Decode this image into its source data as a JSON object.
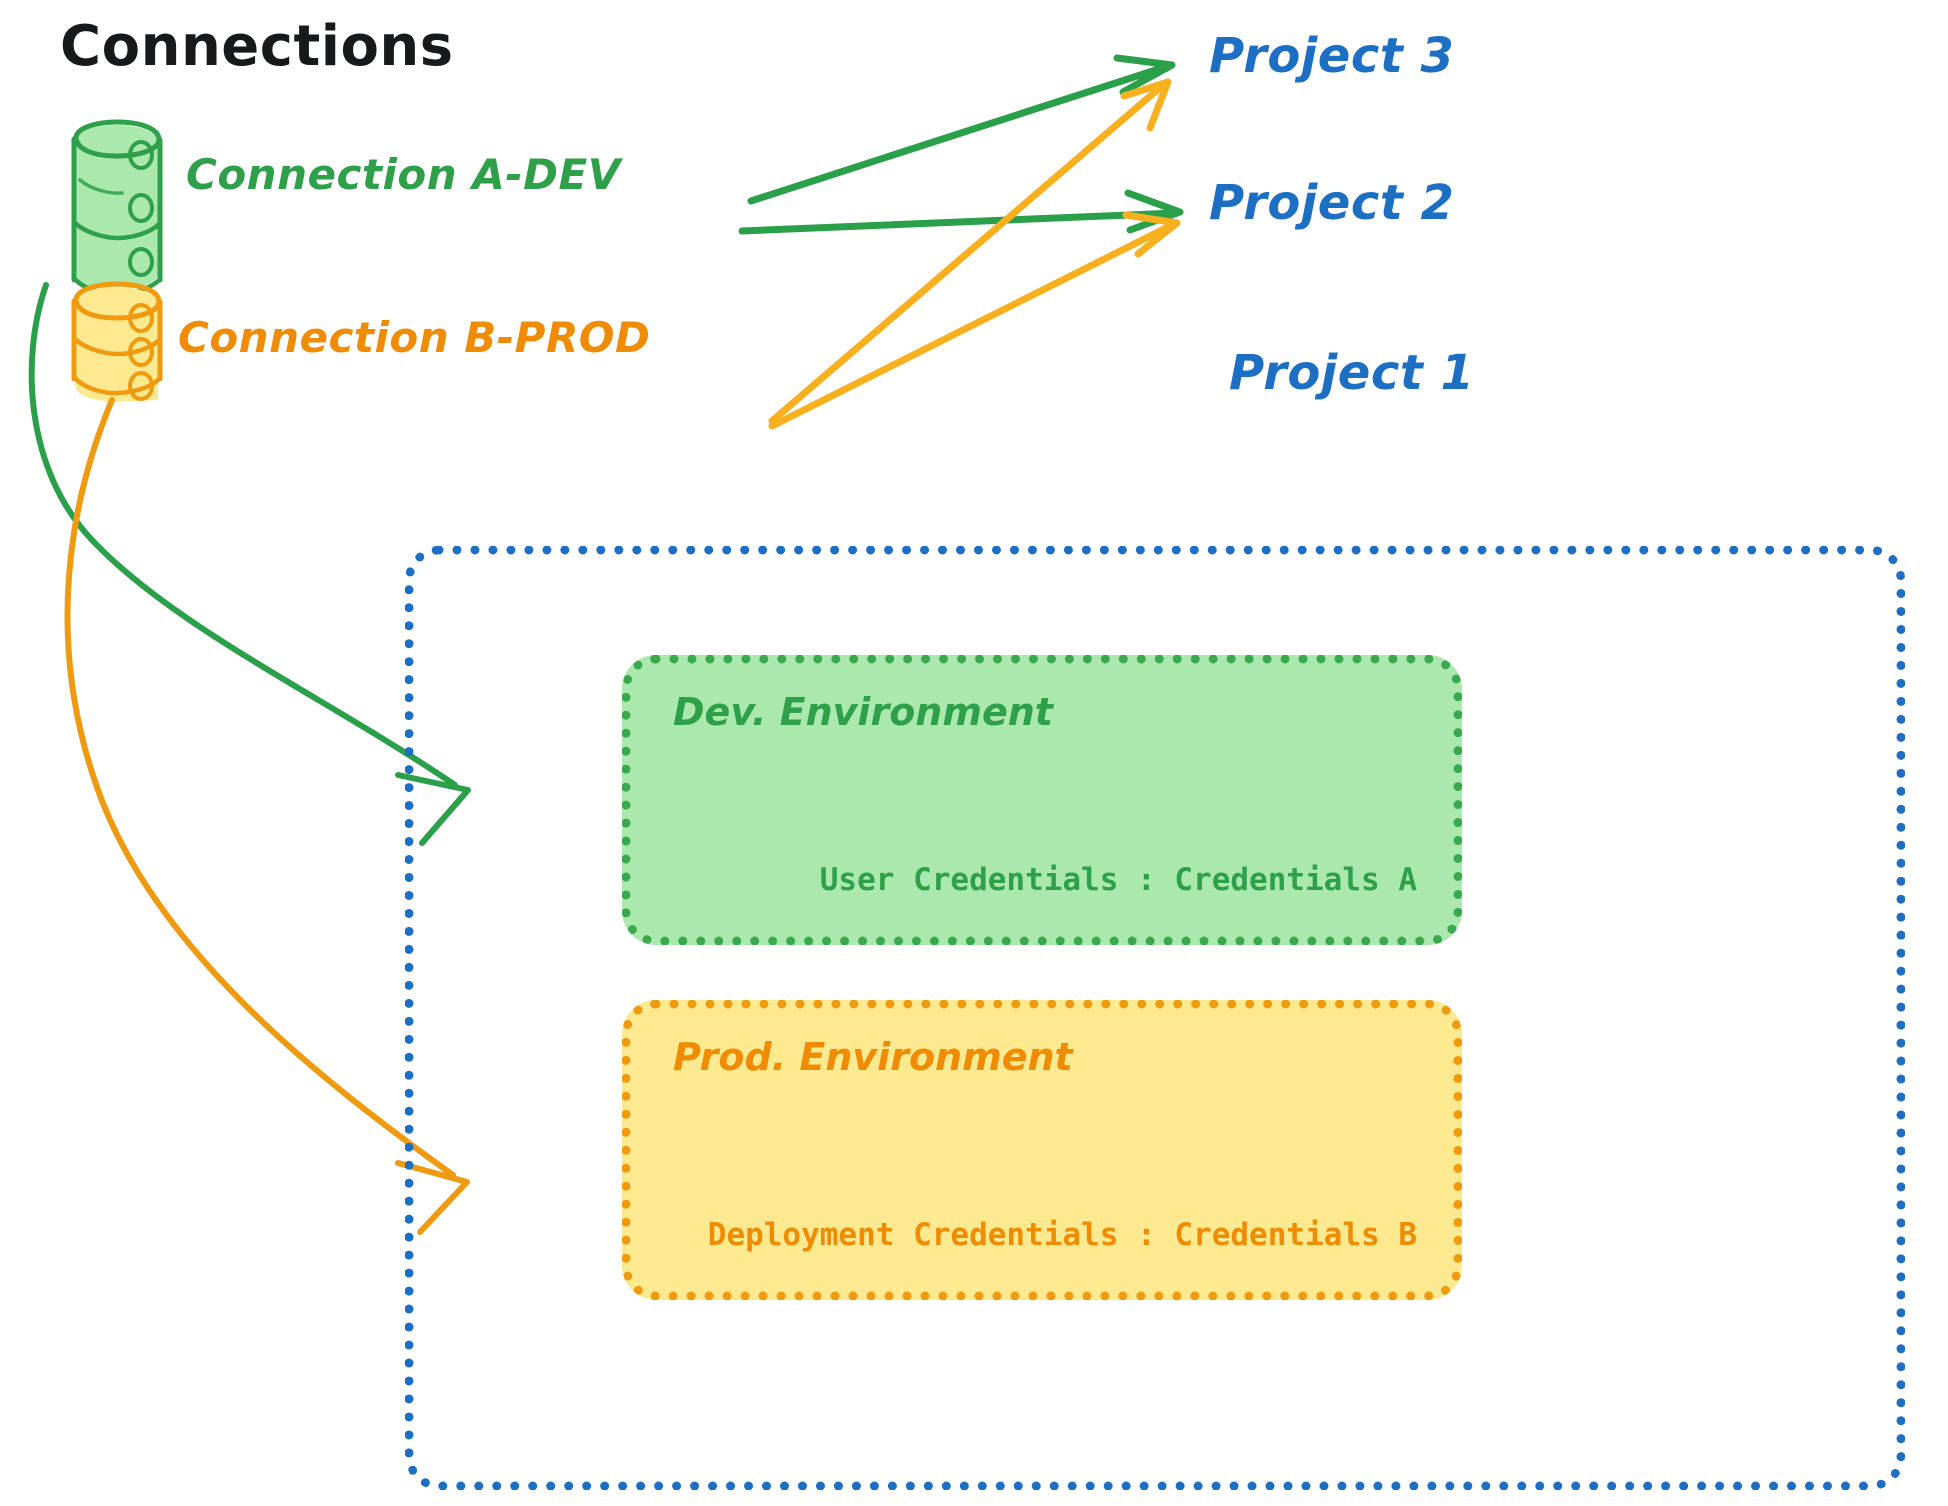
{
  "diagram": {
    "title": "Connections",
    "connections": [
      {
        "id": "connection-a-dev",
        "label": "Connection A-DEV",
        "color": "#2fa04a",
        "icon": "database-icon",
        "targets": [
          "Project 3",
          "Project 2",
          "Dev. Environment"
        ]
      },
      {
        "id": "connection-b-prod",
        "label": "Connection B-PROD",
        "color": "#ef8c04",
        "icon": "database-icon",
        "targets": [
          "Project 3",
          "Project 2",
          "Prod. Environment"
        ]
      }
    ],
    "projects": [
      {
        "id": "project-3",
        "label": "Project 3",
        "color": "#1d6fc4"
      },
      {
        "id": "project-2",
        "label": "Project 2",
        "color": "#1d6fc4"
      },
      {
        "id": "project-1",
        "label": "Project 1",
        "color": "#1d6fc4"
      }
    ],
    "environments": [
      {
        "id": "dev-environment",
        "title": "Dev. Environment",
        "credentials": "User Credentials : Credentials A",
        "fill": "#abe8ae",
        "border": "#3aa94e",
        "text": "#2fa04a"
      },
      {
        "id": "prod-environment",
        "title": "Prod. Environment",
        "credentials": "Deployment Credentials : Credentials B",
        "fill": "#fdea90",
        "border": "#f09a10",
        "text": "#ef8c04"
      }
    ],
    "colors": {
      "title": "#18191b",
      "green": "#2fa04a",
      "green_fill": "#abe8ae",
      "orange": "#ef8c04",
      "orange_arrow": "#f9b01e",
      "yellow_fill": "#fdea90",
      "blue": "#1d6fc4",
      "background": "#ffffff"
    }
  }
}
